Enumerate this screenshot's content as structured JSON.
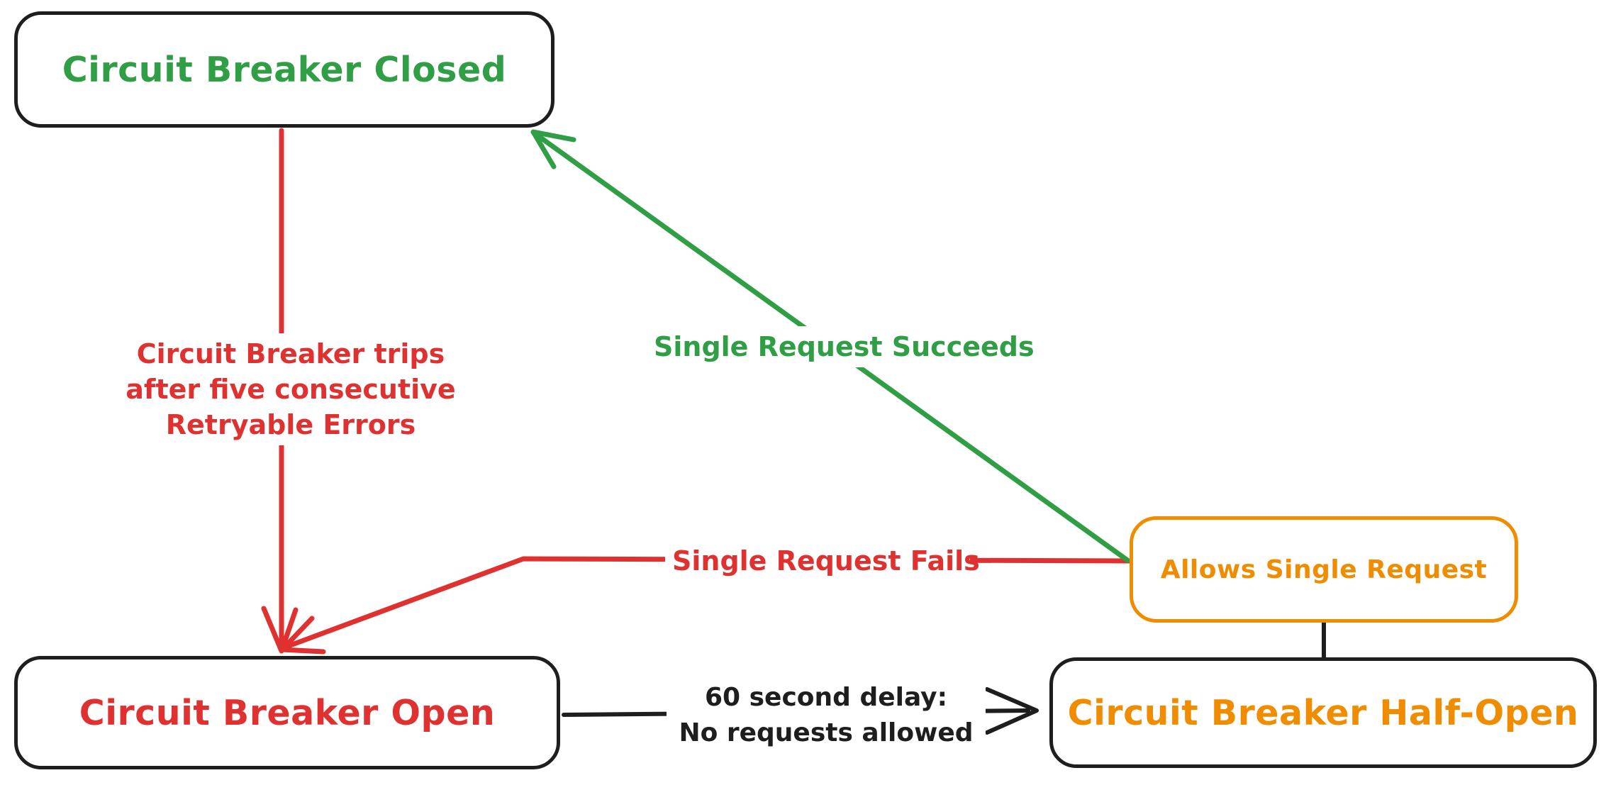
{
  "diagram_type": "state-diagram",
  "nodes": {
    "closed": {
      "label": "Circuit Breaker Closed",
      "text_color": "#2f9e44",
      "border_color": "#1e1e1e"
    },
    "open": {
      "label": "Circuit Breaker Open",
      "text_color": "#e03131",
      "border_color": "#1e1e1e"
    },
    "half_open": {
      "label": "Circuit Breaker Half-Open",
      "text_color": "#f08c00",
      "border_color": "#1e1e1e"
    },
    "allows": {
      "label": "Allows Single Request",
      "text_color": "#f08c00",
      "border_color": "#f08c00"
    }
  },
  "edges": {
    "trip": {
      "from": "closed",
      "to": "open",
      "color": "#e03131",
      "lines": [
        "Circuit Breaker trips",
        "after five consecutive",
        "Retryable Errors"
      ]
    },
    "succeeds": {
      "from": "allows",
      "to": "closed",
      "color": "#2f9e44",
      "label": "Single Request Succeeds"
    },
    "fails": {
      "from": "allows",
      "to": "open",
      "color": "#e03131",
      "label": "Single Request Fails"
    },
    "delay": {
      "from": "open",
      "to": "half_open",
      "color": "#1e1e1e",
      "lines": [
        "60 second delay:",
        "No requests allowed"
      ]
    },
    "half_open_connector": {
      "from": "half_open",
      "to": "allows",
      "color": "#1e1e1e",
      "label": ""
    }
  },
  "colors": {
    "red": "#e03131",
    "green": "#2f9e44",
    "orange": "#f08c00",
    "black": "#1e1e1e",
    "background": "#ffffff"
  }
}
